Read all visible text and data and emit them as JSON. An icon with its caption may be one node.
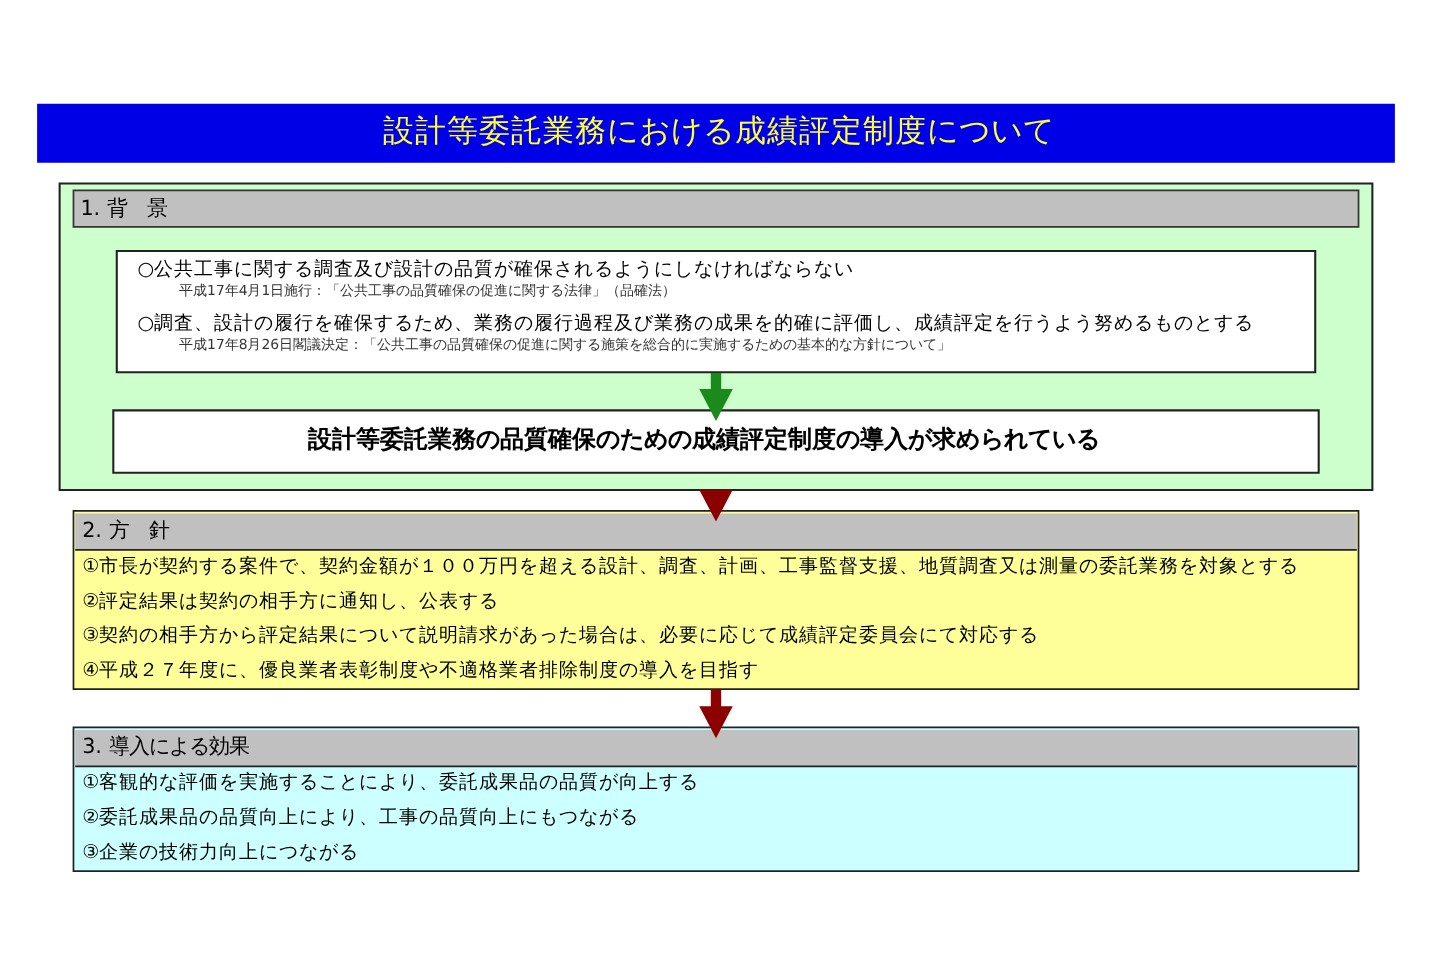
{
  "diagram": {
    "title": "設計等委託業務における成績評定制度について",
    "nodes": [
      {
        "text": [
          "1. 背　景"
        ]
      },
      {
        "text": [
          "○公共工事に関する調査及び設計の品質が確保されるようにしなければならない",
          "平成17年4月1日施行：「公共工事の品質確保の促進に関する法律」（品確法）",
          "○調査、設計の履行を確保するため、業務の履行過程及び業務の成果を的確に評価し、成績評定を行うよう努めるものとする",
          "平成17年8月26日閣議決定：「公共工事の品質確保の促進に関する施策を総合的に実施するための基本的な方針について」"
        ],
        "in": 0
      },
      {
        "text": [
          "設計等委託業務の品質確保のための成績評定制度の導入が求められている"
        ],
        "in": 0
      },
      {
        "text": [
          "2. 方　針",
          "①市長が契約する案件で、契約金額が１００万円を超える設計、調査、計画、工事監督支援、地質調査又は測量の委託業務を対象とする",
          "②評定結果は契約の相手方に通知し、公表する",
          "③契約の相手方から評定結果について説明請求があった場合は、必要に応じて成績評定委員会にて対応する",
          "④平成２７年度に、優良業者表彰制度や不適格業者排除制度の導入を目指す"
        ]
      },
      {
        "text": [
          "3. 導入による効果",
          "①客観的な評価を実施することにより、委託成果品の品質が向上する",
          "②委託成果品の品質向上により、工事の品質向上にもつながる",
          "③企業の技術力向上につながる"
        ]
      }
    ],
    "edges": [
      {
        "from": 1,
        "to": 2,
        "arrow": "to",
        "color": "#1a8a1a"
      },
      {
        "from": 0,
        "to": 3,
        "arrow": "to",
        "color": "#8b0000"
      },
      {
        "from": 3,
        "to": 4,
        "arrow": "to",
        "color": "#8b0000"
      }
    ]
  }
}
